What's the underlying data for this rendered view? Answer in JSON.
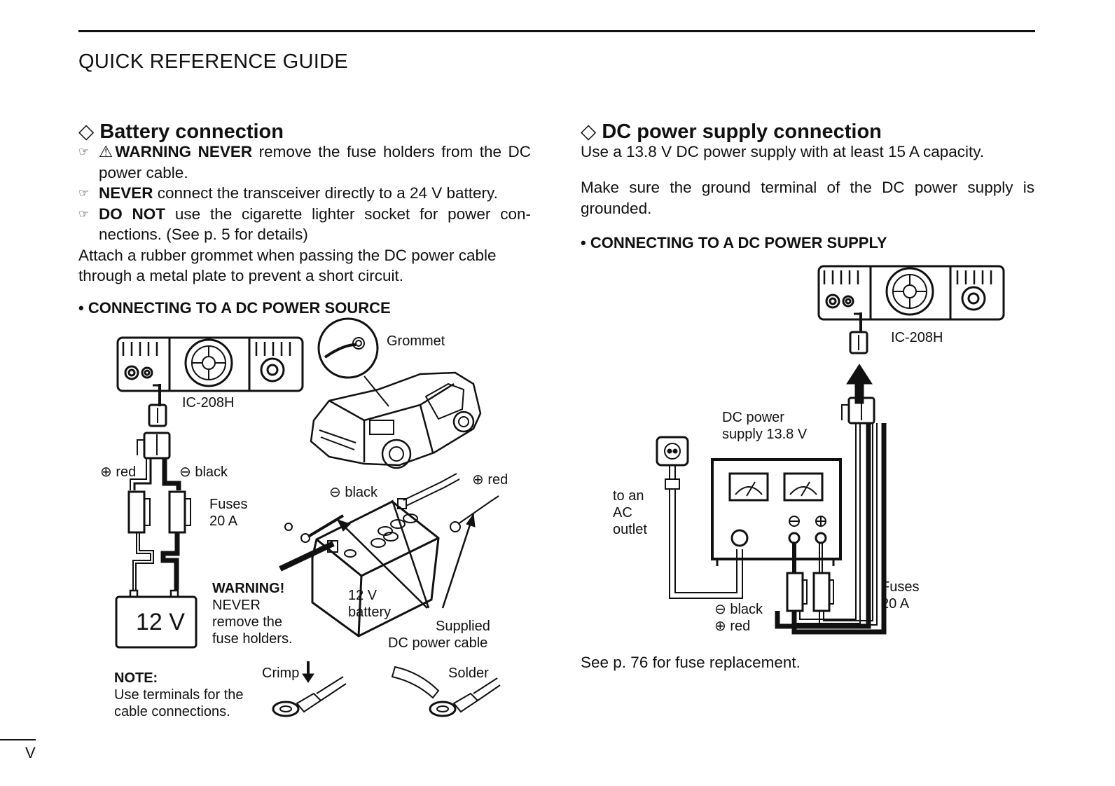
{
  "header": {
    "title": "QUICK REFERENCE GUIDE"
  },
  "left": {
    "heading": "Battery connection",
    "heading_icon": "diamond-outline-icon",
    "bullets": [
      {
        "icon": "pointing-hand-icon",
        "bold": "WARNING NEVER",
        "text": " remove the fuse holders from the DC power cable."
      },
      {
        "icon": "pointing-hand-icon",
        "bold": "NEVER",
        "text": " connect the transceiver directly to a 24 V battery."
      },
      {
        "icon": "pointing-hand-icon",
        "bold": "DO NOT",
        "text": " use the cigarette lighter socket for power con-nections. (See p. 5 for details)"
      }
    ],
    "paragraph": "Attach a rubber grommet when passing the DC power cable through a metal plate to prevent a short circuit.",
    "subheading": "• CONNECTING TO A DC POWER SOURCE",
    "diagram": {
      "grommet": "Grommet",
      "model": "IC-208H",
      "red": "⊕ red",
      "black": "⊖ black",
      "fuses": "Fuses",
      "fuses_rating": "20 A",
      "battery_box": "12 V",
      "warning_title": "WARNING!",
      "warning_lines": [
        "NEVER",
        "remove the",
        "fuse holders."
      ],
      "black2": "⊖ black",
      "red2": "⊕ red",
      "battery_l1": "12 V",
      "battery_l2": "battery",
      "supplied_l1": "Supplied",
      "supplied_l2": "DC power cable",
      "note_title": "NOTE:",
      "note_l1": "Use terminals for the",
      "note_l2": "cable connections.",
      "crimp": "Crimp",
      "solder": "Solder"
    }
  },
  "right": {
    "heading": "DC power supply connection",
    "heading_icon": "diamond-outline-icon",
    "p1": "Use a 13.8 V DC power supply with at least 15 A capacity.",
    "p2": "Make sure the ground terminal of the DC power supply is grounded.",
    "subheading": "• CONNECTING TO A DC POWER SUPPLY",
    "diagram": {
      "model": "IC-208H",
      "ps_l1": "DC power",
      "ps_l2": "supply 13.8 V",
      "ac_l1": "to an",
      "ac_l2": "AC",
      "ac_l3": "outlet",
      "black": "⊖ black",
      "red": "⊕ red",
      "fuses": "Fuses",
      "fuses_rating": "20 A"
    },
    "footer_note": "See p. 76 for fuse replacement."
  },
  "page_number": "V"
}
